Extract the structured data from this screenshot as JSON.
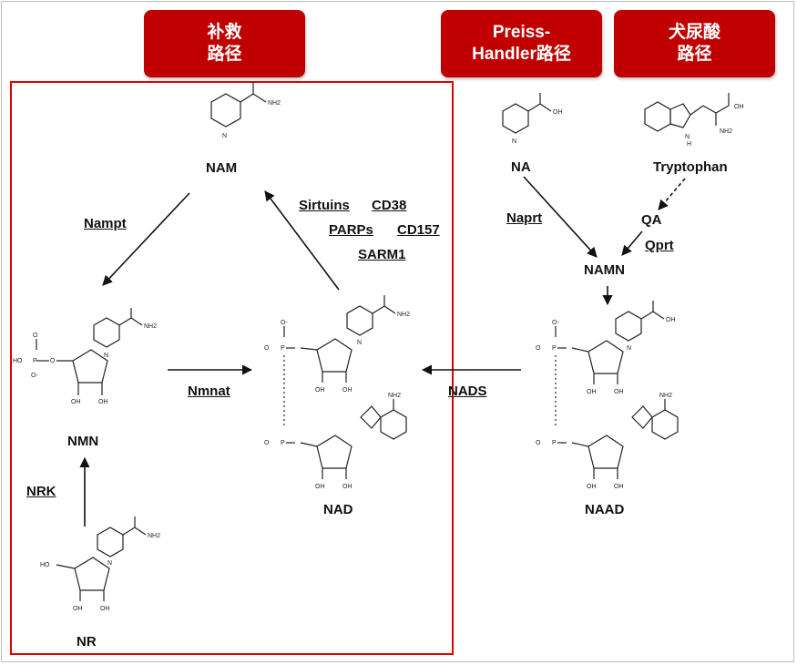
{
  "pathways": {
    "salvage": [
      "补救",
      "路径"
    ],
    "preiss_handler": [
      "Preiss-",
      "Handler路径"
    ],
    "kynurenine": [
      "犬尿酸",
      "路径"
    ]
  },
  "compounds": {
    "nam": "NAM",
    "nmn": "NMN",
    "nr": "NR",
    "nad": "NAD",
    "na": "NA",
    "tryptophan": "Tryptophan",
    "qa": "QA",
    "namn": "NAMN",
    "naad": "NAAD"
  },
  "enzymes": {
    "nampt": "Nampt",
    "nmnat": "Nmnat",
    "nrk": "NRK",
    "sirtuins": "Sirtuins",
    "cd38": "CD38",
    "parps": "PARPs",
    "cd157": "CD157",
    "sarm1": "SARM1",
    "naprt": "Naprt",
    "qprt": "Qprt",
    "nads": "NADS"
  },
  "atoms": {
    "n": "N",
    "nh2": "NH2",
    "oh": "OH",
    "ho": "HO",
    "p": "P",
    "o": "O",
    "o_minus": "O-",
    "h": "H",
    "nh": "N"
  },
  "colors": {
    "tab_red": "#c00000",
    "box_red": "#e00000",
    "text": "#111111"
  }
}
